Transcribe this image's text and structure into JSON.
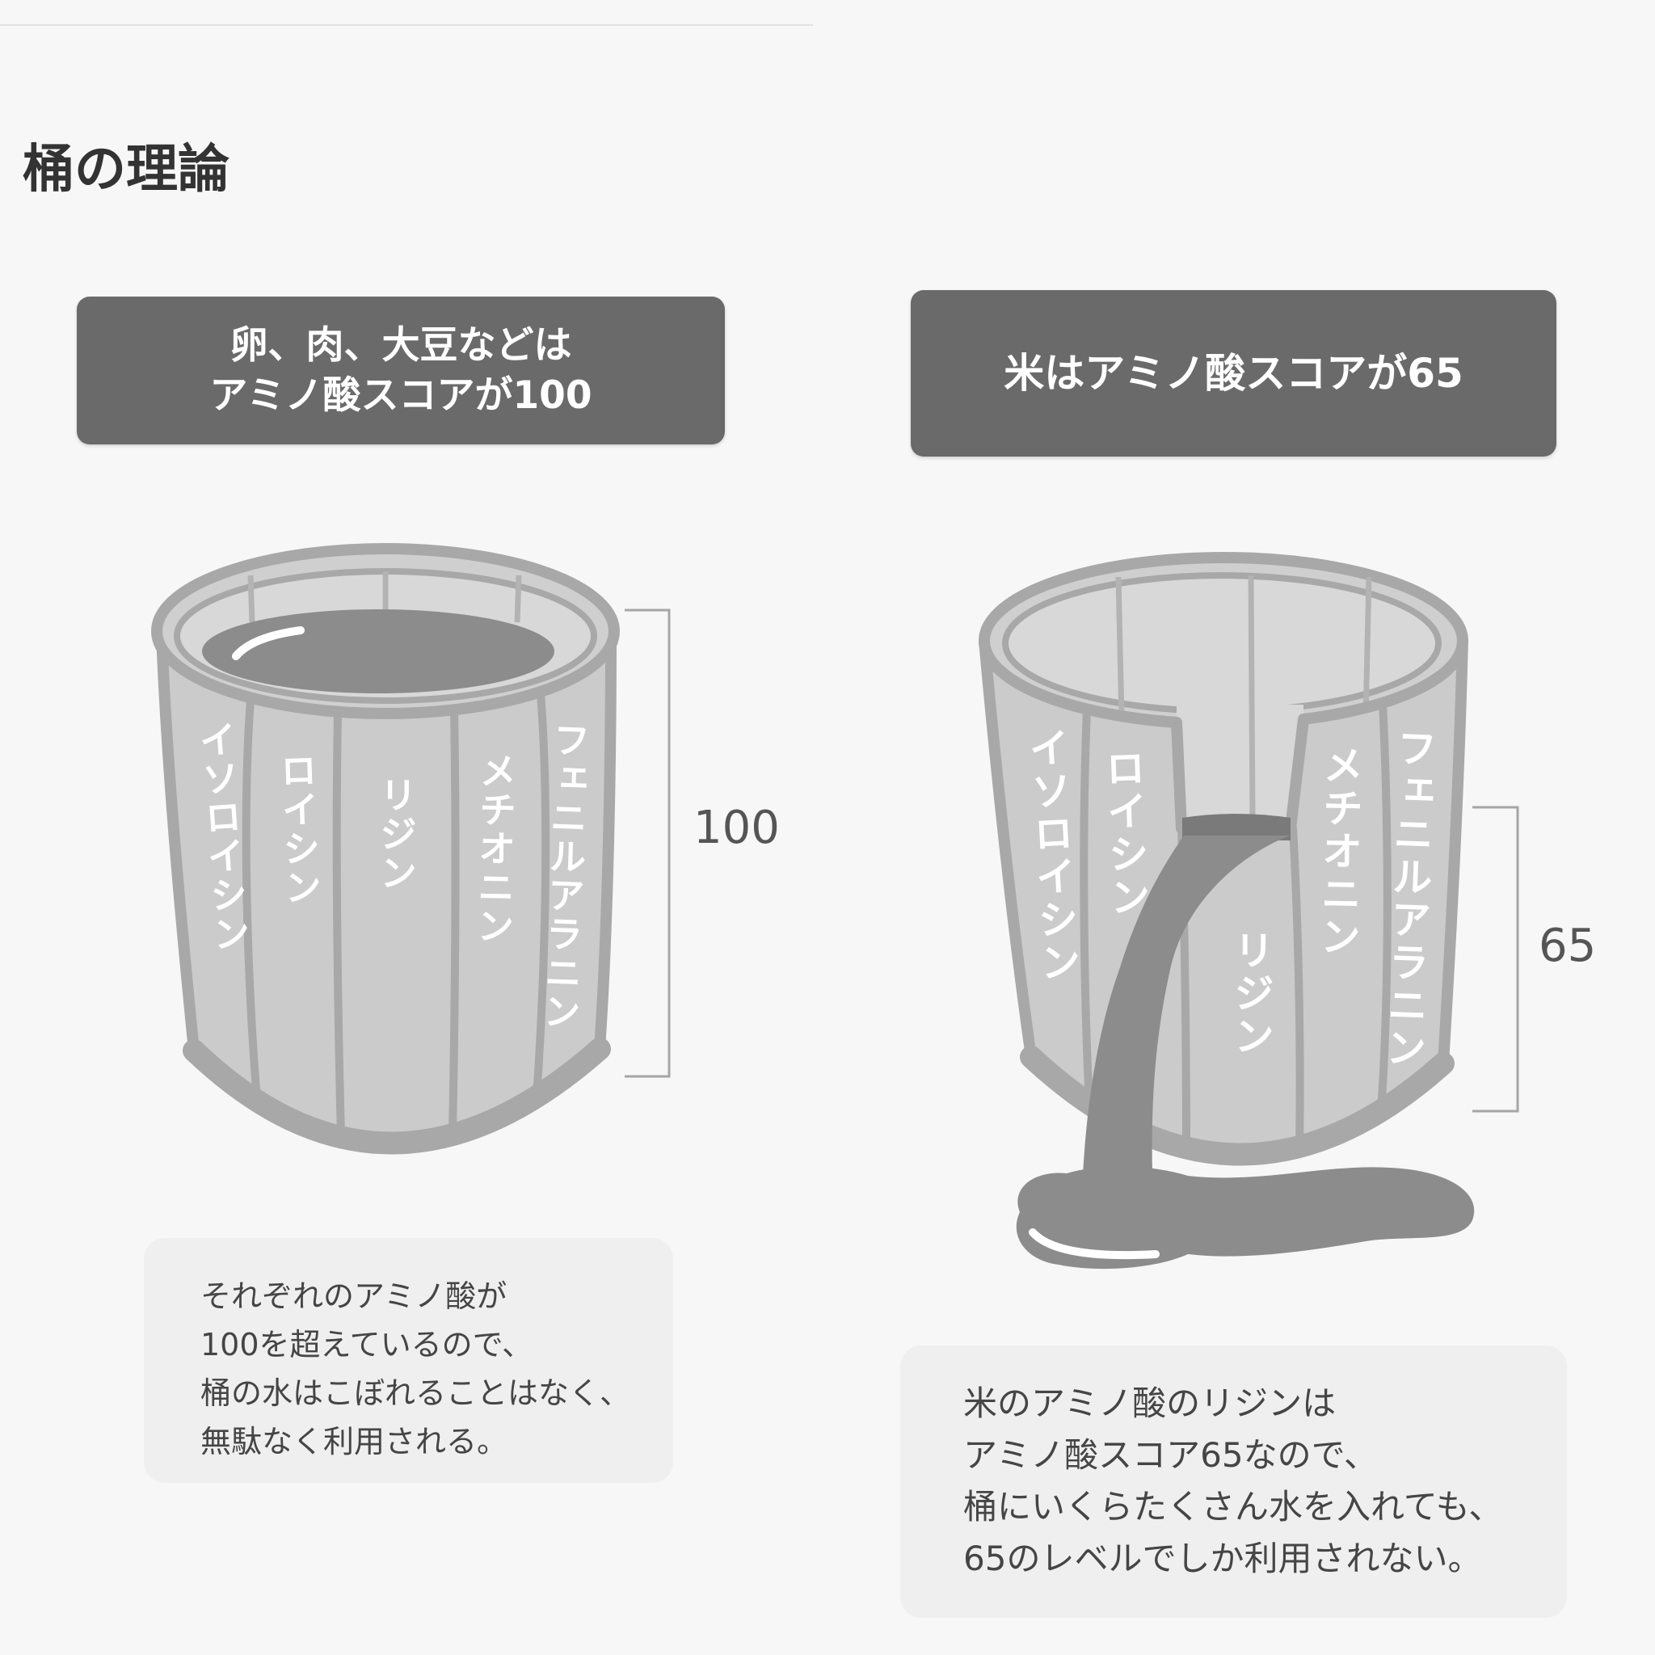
{
  "page": {
    "title": "桶の理論"
  },
  "left_panel": {
    "header_lines": [
      "卵、肉、大豆などは",
      "アミノ酸スコアが100"
    ],
    "stave_labels": [
      "イソロイシン",
      "ロイシン",
      "リジン",
      "メチオニン",
      "フェニルアラニン"
    ],
    "level_label": "100",
    "note_lines": [
      "それぞれのアミノ酸が",
      "100を超えているので、",
      "桶の水はこぼれることはなく、",
      "無駄なく利用される。"
    ]
  },
  "right_panel": {
    "header_lines": [
      "米はアミノ酸スコアが65"
    ],
    "stave_labels": [
      "イソロイシン",
      "ロイシン",
      "リジン",
      "メチオニン",
      "フェニルアラニン"
    ],
    "level_label": "65",
    "note_lines": [
      "米のアミノ酸のリジンは",
      "アミノ酸スコア65なので、",
      "桶にいくらたくさん水を入れても、",
      "65のレベルでしか利用されない。"
    ]
  },
  "colors": {
    "background": "#f7f7f7",
    "header_box": "#6a6a6a",
    "note_box": "#efefef",
    "stave": "#cbcbcb",
    "outline": "#a8a8a8",
    "water": "#8c8c8c",
    "water_dark": "#7a7a7a",
    "text_dark": "#333333"
  }
}
